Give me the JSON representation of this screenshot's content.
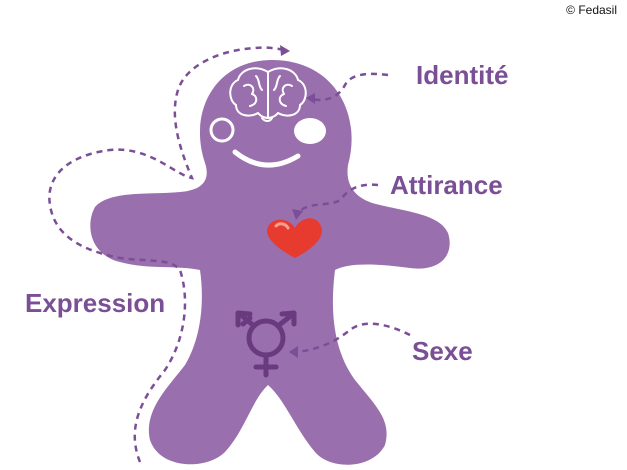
{
  "credit": "© Fedasil",
  "labels": {
    "identity": "Identité",
    "attraction": "Attirance",
    "expression": "Expression",
    "sex": "Sexe"
  },
  "colors": {
    "figure": "#9a6fae",
    "label": "#7b4f95",
    "dashes": "#7b4f95",
    "heart": "#e63b2e",
    "symbol": "#6a3a7f",
    "face": "#ffffff"
  },
  "icons": {
    "brain": "brain-icon",
    "heart": "heart-icon",
    "gender": "transgender-symbol-icon"
  }
}
